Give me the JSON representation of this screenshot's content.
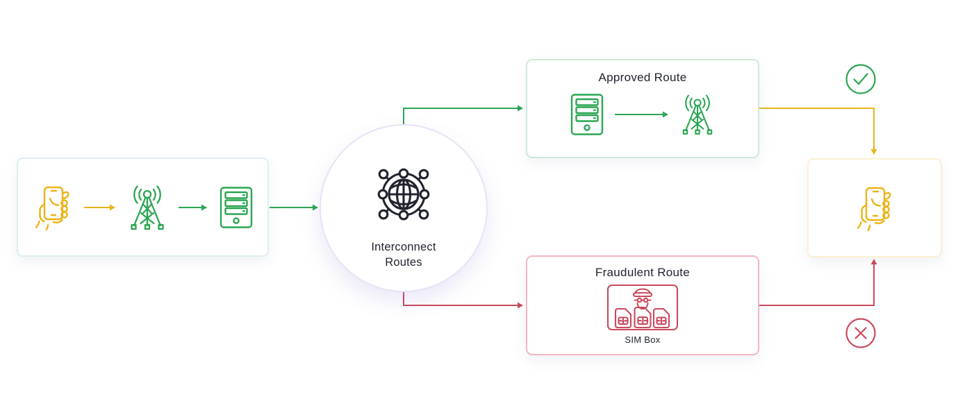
{
  "colors": {
    "green": "#2aa552",
    "yellow": "#ebb317",
    "red": "#c9495d",
    "ink": "#20242e",
    "caller_border": "#dceef2",
    "approved_border": "#cfe9d7",
    "fraud_border": "#f2b7c1",
    "dest_border": "#fbf0cf",
    "circle_border": "#e7e2f7"
  },
  "interconnect": {
    "label_line1": "Interconnect",
    "label_line2": "Routes",
    "icon": "globe-network-icon"
  },
  "caller_chain": {
    "icons": [
      "phone-in-hand-icon",
      "cell-tower-icon",
      "server-icon"
    ]
  },
  "approved_route": {
    "title": "Approved Route",
    "icons": [
      "server-icon",
      "cell-tower-icon"
    ],
    "status_icon": "check-circle-icon"
  },
  "fraudulent_route": {
    "title": "Fraudulent Route",
    "sim_box_label": "SIM Box",
    "icon": "sim-box-icon",
    "status_icon": "cross-circle-icon"
  },
  "destination": {
    "icon": "phone-in-hand-icon"
  }
}
